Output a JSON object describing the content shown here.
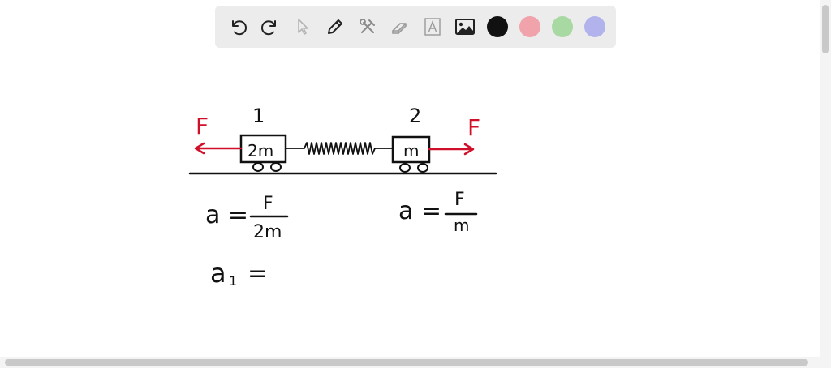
{
  "toolbar": {
    "tools": [
      {
        "name": "undo-icon"
      },
      {
        "name": "redo-icon"
      },
      {
        "name": "select-pointer-icon"
      },
      {
        "name": "pencil-icon"
      },
      {
        "name": "tools-icon"
      },
      {
        "name": "eraser-icon"
      },
      {
        "name": "text-box-icon"
      },
      {
        "name": "image-icon"
      }
    ],
    "colors": [
      "#111111",
      "#f0a3ab",
      "#a8d9a3",
      "#b2b2ec"
    ]
  },
  "drawing": {
    "label_block1": "1",
    "label_block2": "2",
    "force_left": "F",
    "force_right": "F",
    "mass_block1": "2m",
    "mass_block2": "m",
    "eq1_lhs": "a =",
    "eq1_num": "F",
    "eq1_den": "2m",
    "eq2_lhs": "a =",
    "eq2_num": "F",
    "eq2_den": "m",
    "eq3_a": "a",
    "eq3_sub": "1",
    "eq3_eq": "="
  },
  "colors": {
    "ink": "#111111",
    "force": "#d0102a"
  }
}
